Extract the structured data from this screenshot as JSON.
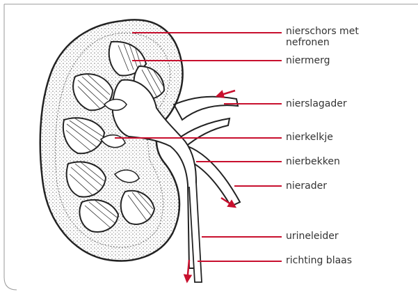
{
  "colors": {
    "accent": "#c8102e",
    "ink": "#222222",
    "label_text": "#333333",
    "frame": "#999999"
  },
  "labels": {
    "nierschors_line1": "nierschors met",
    "nierschors_line2": "nefronen",
    "niermerg": "niermerg",
    "nierslagader": "nierslagader",
    "nierkelkje": "nierkelkje",
    "nierbekken": "nierbekken",
    "nierader": "nierader",
    "urineleider": "urineleider",
    "richting_blaas": "richting blaas"
  }
}
